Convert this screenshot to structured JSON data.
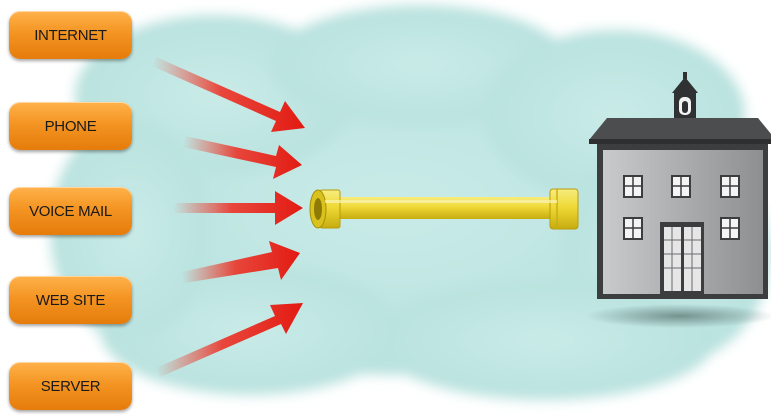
{
  "services": [
    {
      "label": "INTERNET"
    },
    {
      "label": "PHONE"
    },
    {
      "label": "VOICE MAIL"
    },
    {
      "label": "WEB SITE"
    },
    {
      "label": "SERVER"
    }
  ],
  "colors": {
    "cloud": "#c3e7e4",
    "button": "#f39321",
    "arrow": "#ee2a1e",
    "pipe": "#f2df4a",
    "building_wall": "#a5a6a8",
    "building_roof": "#4c4d4f"
  },
  "icons": {
    "arrow": "red-arrow-icon",
    "pipe": "connection-pipe-icon",
    "building": "school-building-icon",
    "bell": "bell-tower-icon"
  }
}
